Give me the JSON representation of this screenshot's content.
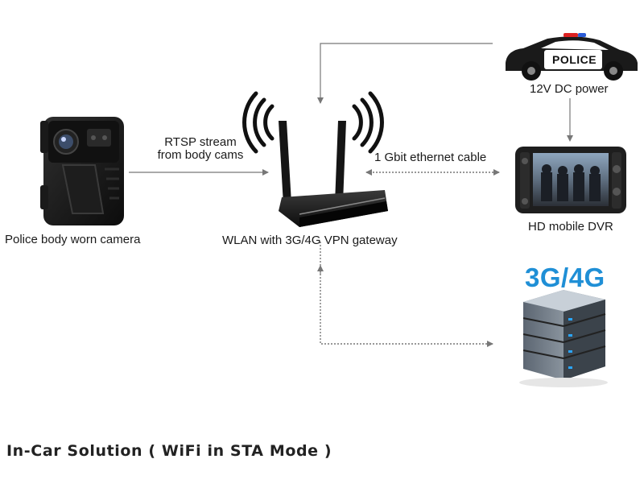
{
  "labels": {
    "camera": "Police body worn camera",
    "rtsp_line1": "RTSP stream",
    "rtsp_line2": "from body cams",
    "gateway": "WLAN with 3G/4G VPN gateway",
    "ethernet": "1 Gbit ethernet cable",
    "power": "12V DC power",
    "dvr": "HD mobile DVR",
    "network": "3G/4G",
    "car_marking": "POLICE"
  },
  "footer": "In-Car Solution ( WiFi in STA Mode )",
  "colors": {
    "network_accent": "#1f8fd6",
    "server_led": "#2aa6ff",
    "line": "#777777"
  },
  "icons": [
    "body-camera-icon",
    "wireless-router-icon",
    "police-car-icon",
    "mobile-dvr-icon",
    "server-icon",
    "wifi-signal-icon"
  ]
}
